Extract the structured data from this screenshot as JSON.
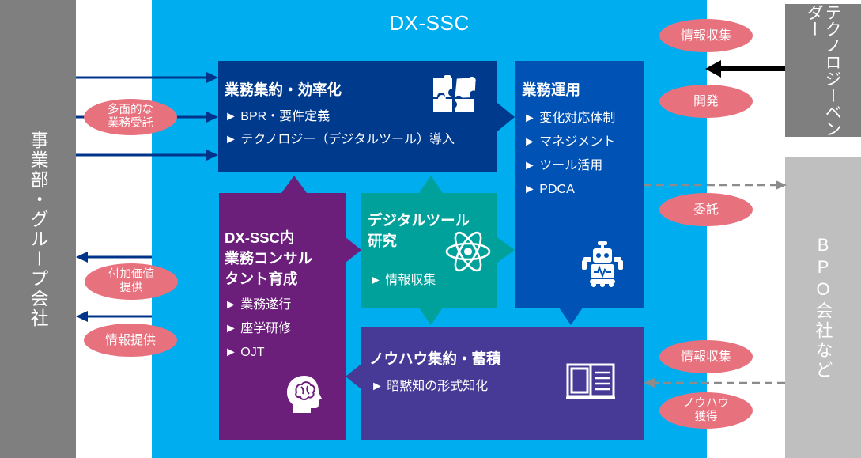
{
  "left_column": {
    "label": "事業部・グループ会社"
  },
  "vendor_box": {
    "label": "テクノロジーベンダー"
  },
  "bpo_box": {
    "label": "BPO会社など"
  },
  "main": {
    "title": "DX-SSC"
  },
  "boxes": {
    "efficiency": {
      "title": "業務集約・効率化",
      "items": [
        "► BPR・要件定義",
        "► テクノロジー（デジタルツール）導入"
      ],
      "icon": "puzzle-icon"
    },
    "operations": {
      "title": "業務運用",
      "items": [
        "► 変化対応体制",
        "► マネジメント",
        "► ツール活用",
        "► PDCA"
      ],
      "icon": "robot-icon"
    },
    "consulting": {
      "title_lines": [
        "DX-SSC内",
        "業務コンサル",
        "タント育成"
      ],
      "items": [
        "► 業務遂行",
        "► 座学研修",
        "► OJT"
      ],
      "icon": "brain-head-icon"
    },
    "research": {
      "title_lines": [
        "デジタルツール",
        "研究"
      ],
      "items": [
        "► 情報収集"
      ],
      "icon": "atom-icon"
    },
    "knowhow": {
      "title": "ノウハウ集約・蓄積",
      "items": [
        "► 暗黙知の形式知化"
      ],
      "icon": "book-icon"
    }
  },
  "pills": {
    "multi_reception": [
      "多面的な",
      "業務受託"
    ],
    "added_value": [
      "付加価値",
      "提供"
    ],
    "info_provide": "情報提供",
    "vendor_info": "情報収集",
    "develop": "開発",
    "outsource": "委託",
    "bpo_info": "情報収集",
    "knowhow_get": [
      "ノウハウ",
      "獲得"
    ]
  },
  "colors": {
    "dx_background": "#00aeef",
    "efficiency": "#003a8c",
    "operations": "#0052b4",
    "consulting": "#6b1e7a",
    "research": "#00a19a",
    "knowhow": "#463a96",
    "pill": "#e8717e",
    "side_dark": "#7f7f7f",
    "side_light": "#bfbfbf"
  }
}
